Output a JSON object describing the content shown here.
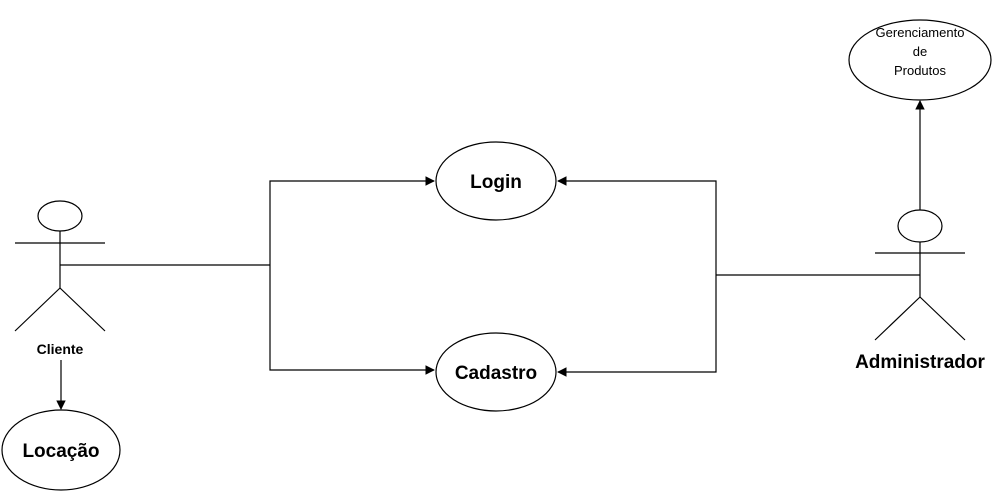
{
  "actors": {
    "cliente": {
      "label": "Cliente"
    },
    "administrador": {
      "label": "Administrador"
    }
  },
  "use_cases": {
    "login": {
      "label": "Login"
    },
    "cadastro": {
      "label": "Cadastro"
    },
    "locacao": {
      "label": "Locação"
    },
    "gerenciamento": {
      "lines": [
        "Gerenciamento",
        "de",
        "Produtos"
      ]
    }
  }
}
